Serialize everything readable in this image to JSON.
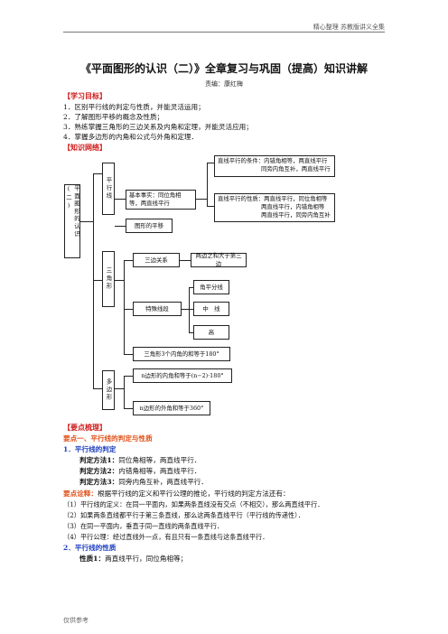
{
  "header": {
    "right_text": "精心整理 苏教版讲义全集"
  },
  "title": "《平面图形的认识（二）》全章复习与巩固（提高）知识讲解",
  "editor": "责编：康红梅",
  "goals": {
    "heading": "【学习目标】",
    "items": [
      "1．区别平行线的判定与性质，并能灵活运用；",
      "2．了解图形平移的概念及性质；",
      "3．熟练掌握三角形的三边关系及内角和定理，并能灵活应用；",
      "4．掌握多边形的内角和公式与外角和定理．"
    ]
  },
  "network": {
    "heading": "【知识网络】",
    "root": "平面图形的认识(二)",
    "parallel": "平行线",
    "basic_fact": "基本事实：同位角相等，两直线平行",
    "translation": "图形的平移",
    "judge": [
      "直线平行的条件：内错角相等，两直线平行",
      "同旁内角互补，两直线平行"
    ],
    "property": [
      "直线平行的性质：两直线平行，同位角相等",
      "两直线平行，内错角相等",
      "两直线平行，同旁内角互补"
    ],
    "triangle": "三角形",
    "three_sides": "三边关系",
    "two_sides": "两边之和大于第三边",
    "special_segment": "特殊线段",
    "bisector": "角平分线",
    "median": "中　线",
    "altitude": "高",
    "tri_angle_sum": "三角形3个内角的和等于180°",
    "polygon": "多边形",
    "poly_inner": "n边形的内角和等于(n−2)·180°",
    "poly_outer": "n边形的外角和等于360°"
  },
  "points": {
    "heading": "【要点梳理】",
    "point1": "要点一、平行线的判定与性质",
    "sub1": "1．平行线的判定",
    "methods": [
      {
        "label": "判定方法1：",
        "text": "同位角相等，两直线平行．"
      },
      {
        "label": "判定方法2：",
        "text": "内错角相等，两直线平行．"
      },
      {
        "label": "判定方法3：",
        "text": "同旁内角互补，两直线平行．"
      }
    ],
    "note_label": "要点诠释：",
    "note_text": "根据平行线的定义和平行公理的推论，平行线的判定方法还有：",
    "notes": [
      "（1）平行线的定义：在同一平面内，如果两条直线没有交点（不相交），那么两直线平行．",
      "（2）如果两条直线都平行于第三条直线，那么这两条直线平行（平行线的传递性）．",
      "（3）在同一平面内，垂直于同一直线的两条直线平行．",
      "（4）平行公理：经过直线外一点，有且只有一条直线与这条直线平行．"
    ],
    "sub2": "2．平行线的性质",
    "prop_label": "性质1：",
    "prop_text": "两直线平行，同位角相等；"
  },
  "footer": "仅供参考"
}
